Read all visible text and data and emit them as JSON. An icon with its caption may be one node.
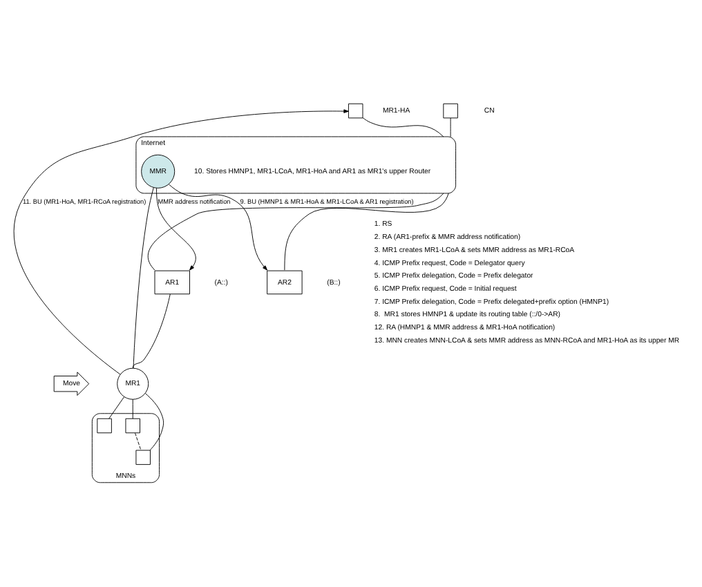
{
  "diagram": {
    "nodes": [
      {
        "text": [
          "Internet"
        ]
      },
      {
        "text": [
          "MMR"
        ],
        "in": 0,
        "beside": [
          "10. Stores HMNP1, MR1-LCoA, MR1-HoA and AR1 as MR1's upper Router"
        ]
      },
      {
        "text": [],
        "shape": "box",
        "beside": [
          "MR1-HA"
        ]
      },
      {
        "text": [],
        "shape": "box",
        "beside": [
          "CN"
        ]
      },
      {
        "text": [
          "AR1"
        ],
        "beside": [
          "(A::)"
        ]
      },
      {
        "text": [
          "AR2"
        ],
        "beside": [
          "(B::)"
        ]
      },
      {
        "text": [
          "MR1"
        ]
      },
      {
        "text": [
          "Move"
        ]
      },
      {
        "text": [
          "MNNs"
        ]
      },
      {
        "text": [],
        "shape": "box",
        "in": 8
      },
      {
        "text": [],
        "shape": "box",
        "in": 8
      },
      {
        "text": [],
        "shape": "box",
        "in": 8
      }
    ],
    "edges": [
      {
        "from": 2,
        "to": 0,
        "arrow": "none"
      },
      {
        "from": 3,
        "to": 0,
        "arrow": "none"
      },
      {
        "from": 0,
        "to": 4,
        "arrow": "none"
      },
      {
        "from": 0,
        "to": 5,
        "arrow": "none"
      },
      {
        "from": 1,
        "to": 4,
        "arrow": "to",
        "label": "MMR address notification"
      },
      {
        "from": 6,
        "to": 1,
        "arrow": "none"
      },
      {
        "from": 1,
        "to": 5,
        "arrow": "to",
        "label": "9. BU (HMNP1 & MR1-HoA & MR1-LCoA & AR1 registration)"
      },
      {
        "from": 4,
        "to": 6,
        "arrow": "none"
      },
      {
        "from": 6,
        "to": 2,
        "arrow": "to",
        "label": "11. BU (MR1-HoA, MR1-RCoA registration)"
      },
      {
        "from": 6,
        "to": 9,
        "arrow": "none"
      },
      {
        "from": 6,
        "to": 10,
        "arrow": "none"
      },
      {
        "from": 6,
        "to": 11,
        "arrow": "none"
      },
      {
        "from": 10,
        "to": 11,
        "arrow": "none",
        "style": "dashed"
      }
    ],
    "labels": [
      "1. RS",
      "2. RA (AR1-prefix & MMR address notification)",
      "3. MR1 creates MR1-LCoA & sets MMR address as MR1-RCoA",
      "4. ICMP Prefix request, Code = Delegator query",
      "5. ICMP Prefix delegation, Code = Prefix delegator",
      "6. ICMP Prefix request, Code = Initial request",
      "7. ICMP Prefix delegation, Code = Prefix delegated+prefix option (HMNP1)",
      "8.  MR1 stores HMNP1 & update its routing table (::/0->AR)",
      "12. RA (HMNP1 & MMR address & MR1-HoA notification)",
      "13. MNN creates MNN-LCoA & sets MMR address as MNN-RCoA and MR1-HoA as its upper MR"
    ]
  }
}
